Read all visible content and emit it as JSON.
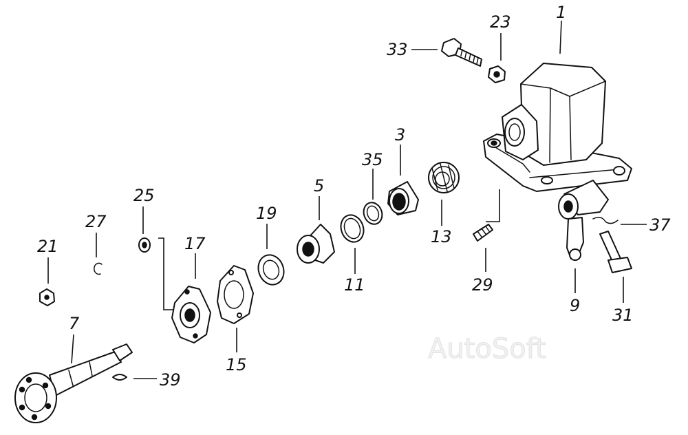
{
  "watermark": "AutoSoft",
  "callouts": {
    "p1": "1",
    "p3": "3",
    "p5": "5",
    "p7": "7",
    "p9": "9",
    "p11": "11",
    "p13": "13",
    "p15": "15",
    "p17": "17",
    "p19": "19",
    "p21": "21",
    "p23": "23",
    "p25": "25",
    "p27": "27",
    "p29": "29",
    "p31": "31",
    "p33": "33",
    "p35": "35",
    "p37": "37",
    "p39": "39"
  },
  "colors": {
    "line": "#111111",
    "background": "#ffffff",
    "watermark": "#e2e2e2"
  }
}
